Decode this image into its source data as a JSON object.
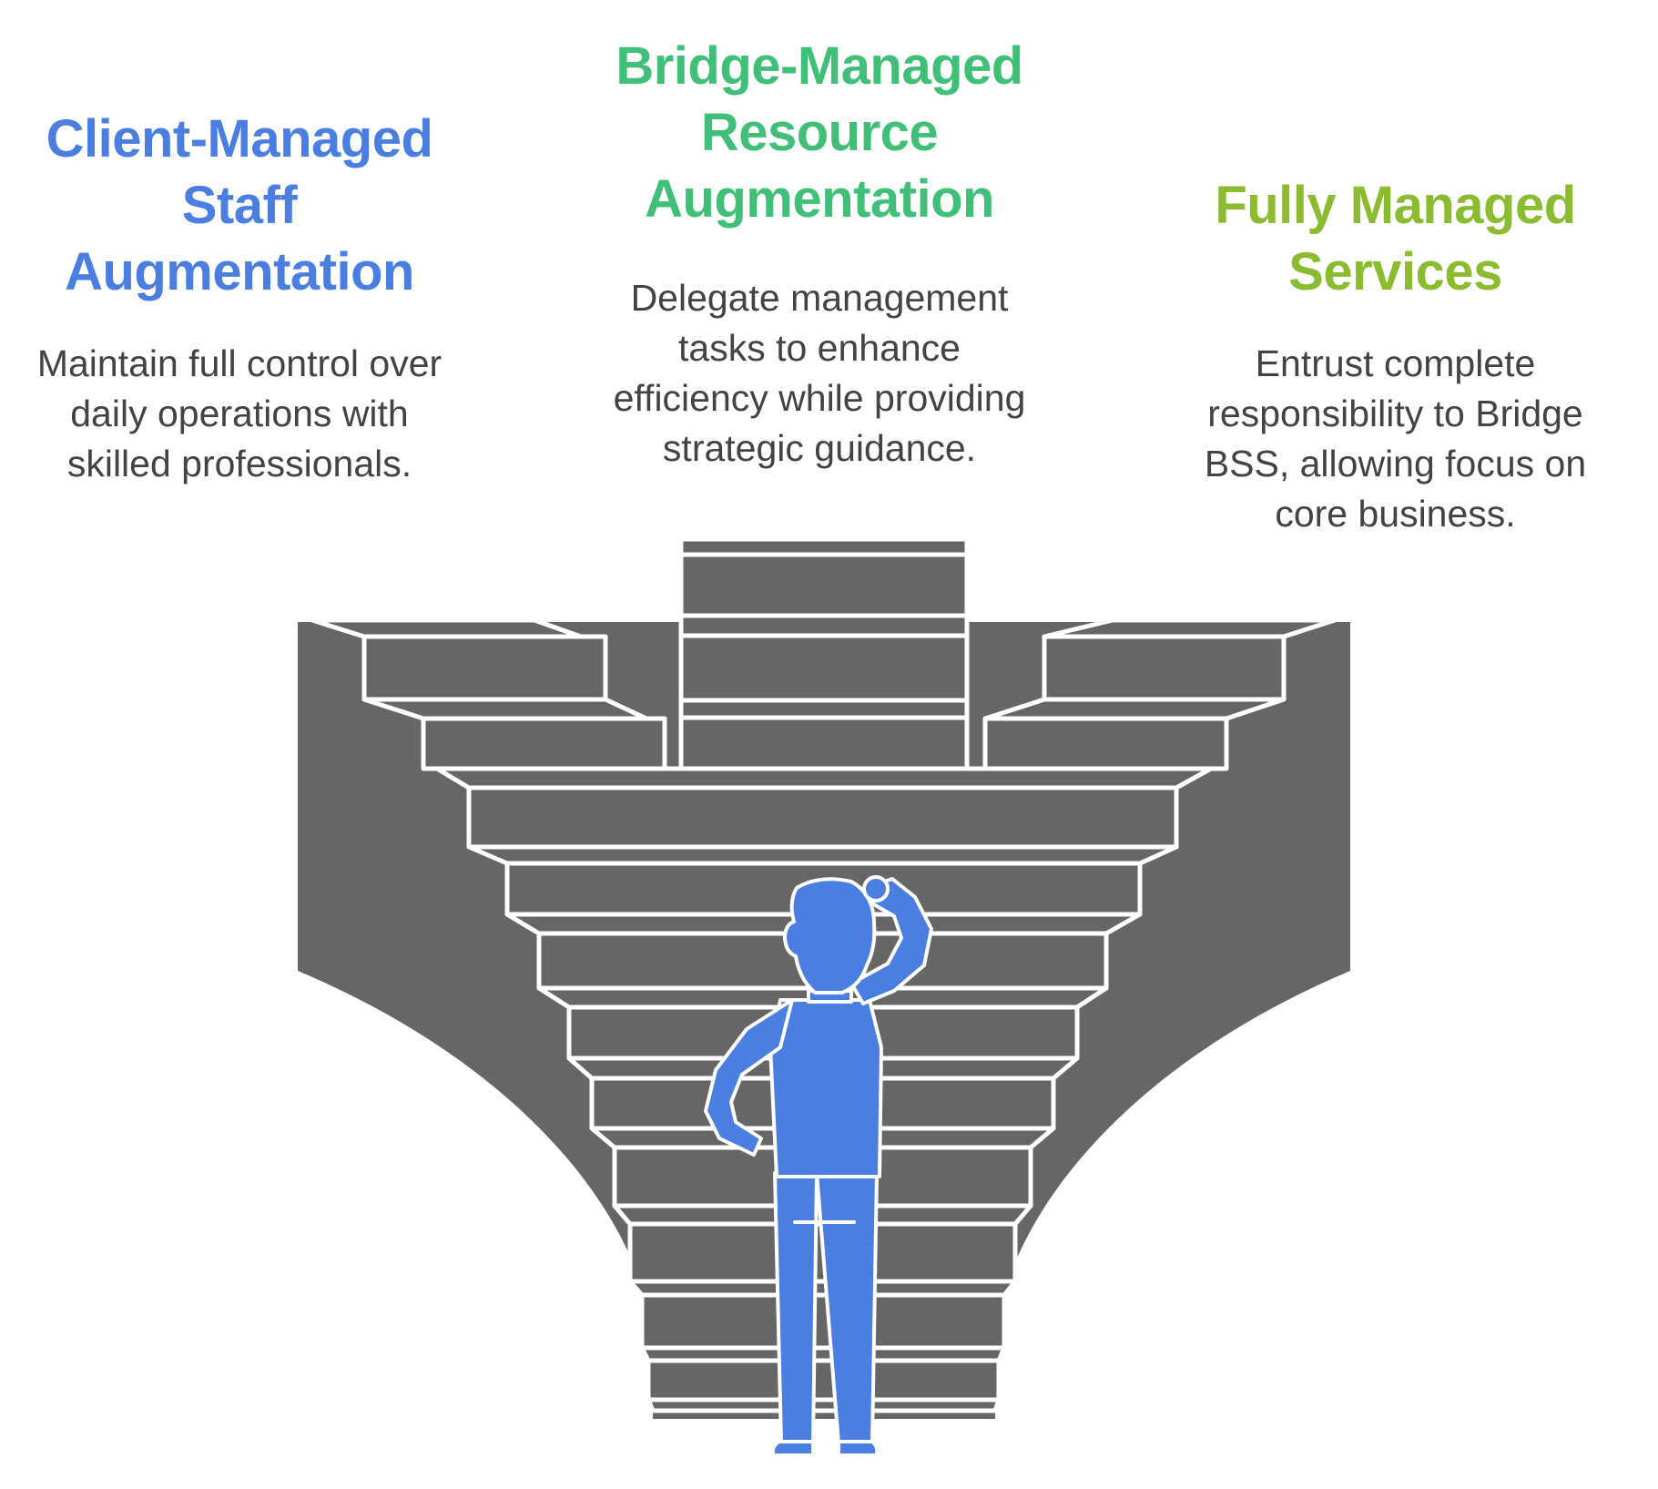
{
  "options": [
    {
      "title": "Client-Managed Staff Augmentation",
      "description": "Maintain full control over daily operations with skilled professionals.",
      "color": "#4a7ee0"
    },
    {
      "title": "Bridge-Managed Resource Augmentation",
      "description": "Delegate management tasks to enhance efficiency while providing strategic guidance.",
      "color": "#3fbf77"
    },
    {
      "title": "Fully Managed Services",
      "description": "Entrust complete responsibility to Bridge BSS, allowing focus on core business.",
      "color": "#8bbb2f"
    }
  ],
  "illustration": {
    "stair_color": "#666666",
    "person_color": "#4a7ee0",
    "person_icon": "thinking-person-icon"
  }
}
